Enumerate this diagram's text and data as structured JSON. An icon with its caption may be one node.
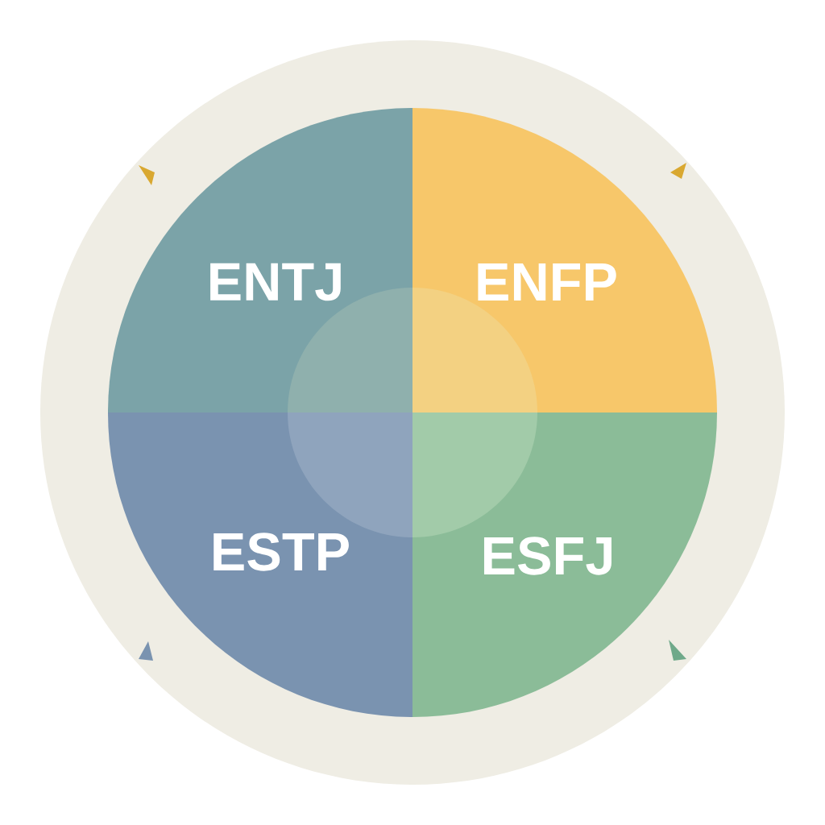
{
  "diagram": {
    "nodes": [
      {
        "text": [],
        "shape": "circle"
      },
      {
        "text": [
          "ENTJ"
        ],
        "in": 0
      },
      {
        "text": [
          "ENFP"
        ],
        "in": 0
      },
      {
        "text": [
          "ESTP"
        ],
        "in": 0
      },
      {
        "text": [
          "ESFJ"
        ],
        "in": 0
      },
      {
        "text": [],
        "shape": "circle",
        "in": 0
      }
    ]
  }
}
